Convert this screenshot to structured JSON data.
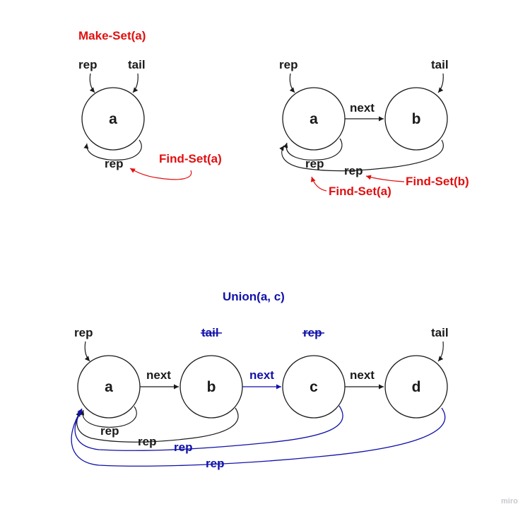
{
  "colors": {
    "red": "#e01010",
    "blue": "#1111aa",
    "ink": "#1a1a1a"
  },
  "make_set": {
    "title": "Make-Set(a)",
    "node": "a",
    "rep_label": "rep",
    "tail_label": "tail",
    "self_rep_label": "rep",
    "find_set": "Find-Set(a)"
  },
  "two_node": {
    "node_a": "a",
    "node_b": "b",
    "rep_label": "rep",
    "tail_label": "tail",
    "next_label": "next",
    "rep_a": "rep",
    "rep_b": "rep",
    "find_set_b": "Find-Set(b)",
    "find_set_a": "Find-Set(a)"
  },
  "union": {
    "title": "Union(a, c)",
    "node_a": "a",
    "node_b": "b",
    "node_c": "c",
    "node_d": "d",
    "rep_label": "rep",
    "old_tail": "tail",
    "old_rep": "rep",
    "tail_label": "tail",
    "next_ab": "next",
    "next_bc": "next",
    "next_cd": "next",
    "rep_a": "rep",
    "rep_b": "rep",
    "rep_c": "rep",
    "rep_d": "rep"
  },
  "watermark": "miro"
}
